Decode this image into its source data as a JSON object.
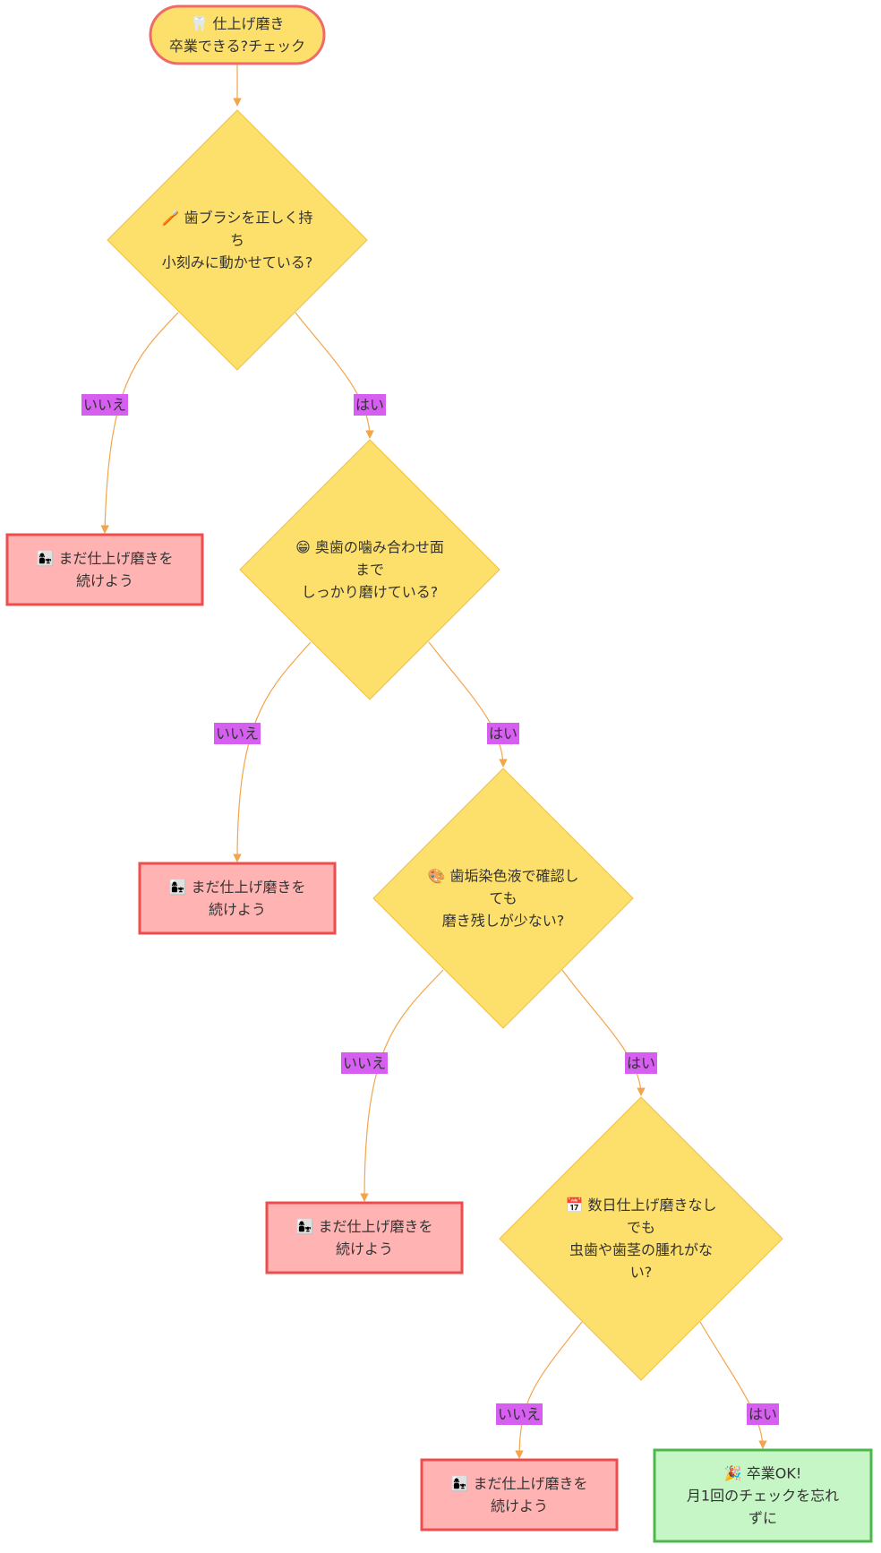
{
  "colors": {
    "decision_fill": "#fde06b",
    "decision_stroke": "#f0c040",
    "start_fill": "#fde06b",
    "start_stroke": "#ef6b6b",
    "no_fill": "#ffb3b3",
    "no_stroke": "#ef4d4d",
    "ok_fill": "#c6f5c6",
    "ok_stroke": "#4cb84c",
    "edge": "#f4a44a",
    "edge_label_bg": "#d65ef0"
  },
  "start": {
    "lines": [
      "🦷 仕上げ磨き",
      "卒業できる?チェック"
    ]
  },
  "decisions": [
    {
      "lines": [
        "🪥 歯ブラシを正しく持",
        "ち",
        "小刻みに動かせている?"
      ]
    },
    {
      "lines": [
        "😁 奥歯の噛み合わせ面",
        "まで",
        "しっかり磨けている?"
      ]
    },
    {
      "lines": [
        "🎨 歯垢染色液で確認し",
        "ても",
        "磨き残しが少ない?"
      ]
    },
    {
      "lines": [
        "📅 数日仕上げ磨きなし",
        "でも",
        "虫歯や歯茎の腫れがな",
        "い?"
      ]
    }
  ],
  "not_yet": [
    {
      "lines": [
        "👩‍👧 まだ仕上げ磨きを",
        "続けよう"
      ]
    },
    {
      "lines": [
        "👩‍👧 まだ仕上げ磨きを",
        "続けよう"
      ]
    },
    {
      "lines": [
        "👩‍👧 まだ仕上げ磨きを",
        "続けよう"
      ]
    },
    {
      "lines": [
        "👩‍👧 まだ仕上げ磨きを",
        "続けよう"
      ]
    }
  ],
  "graduate": {
    "lines": [
      "🎉 卒業OK!",
      "月1回のチェックを忘れ",
      "ずに"
    ]
  },
  "edge_labels": {
    "no": "いいえ",
    "yes": "はい"
  }
}
